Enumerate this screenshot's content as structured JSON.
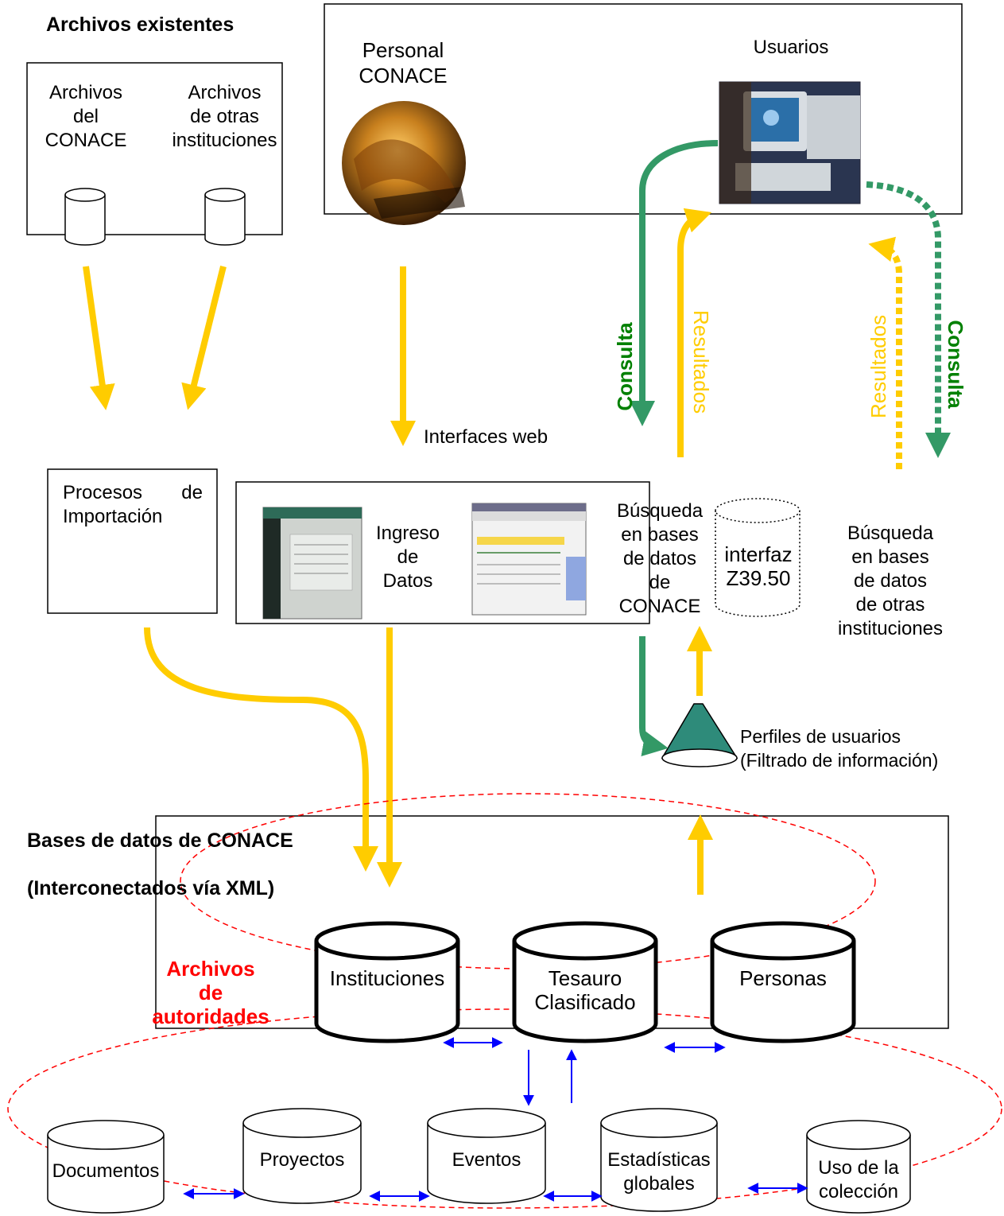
{
  "headings": {
    "archivos_existentes": "Archivos existentes",
    "bases_datos_line1": "Bases de datos de CONACE",
    "bases_datos_line2": "(Interconectados vía XML)",
    "archivos_autoridades": "Archivos\nde\nautoridades"
  },
  "sources": {
    "archivos_conace": "Archivos\ndel\nCONACE",
    "archivos_otras": "Archivos\nde otras\ninstituciones"
  },
  "actors": {
    "personal": "Personal\nCONACE",
    "usuarios": "Usuarios"
  },
  "processes": {
    "importacion_word1": "Procesos",
    "importacion_word2": "de",
    "importacion_word3": "Importación",
    "interfaces_web": "Interfaces web",
    "ingreso_datos": "Ingreso\nde\nDatos",
    "busqueda_conace": "Búsqueda\nen bases\nde datos\nde\nCONACE",
    "interfaz_z3950": "interfaz\nZ39.50",
    "busqueda_otras": "Búsqueda\nen bases\nde datos\nde otras\ninstituciones",
    "perfiles": "Perfiles de usuarios\n(Filtrado de información)"
  },
  "flow_labels": {
    "consulta": "Consulta",
    "resultados": "Resultados"
  },
  "authority_dbs": {
    "instituciones": "Instituciones",
    "tesauro": "Tesauro\nClasificado",
    "personas": "Personas"
  },
  "content_dbs": {
    "documentos": "Documentos",
    "proyectos": "Proyectos",
    "eventos": "Eventos",
    "estadisticas": "Estadísticas\nglobales",
    "uso": "Uso de la\ncolección"
  },
  "colors": {
    "yellow_arrow": "#FFCC00",
    "green_arrow": "#339966",
    "green_text": "#008000",
    "blue_arrow": "#0000FF",
    "red_dashed": "#FF0000",
    "funnel": "#2E8B7A"
  }
}
